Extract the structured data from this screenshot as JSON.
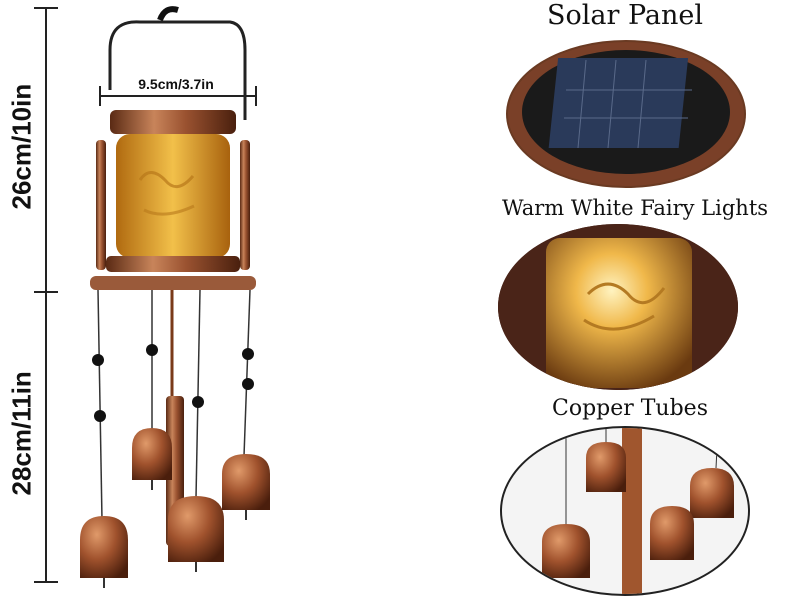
{
  "dimensions": {
    "width_label": "9.5cm/3.7in",
    "top_height_label": "26cm/10in",
    "bottom_height_label": "28cm/11in"
  },
  "features": [
    {
      "caption": "Solar Panel",
      "icon": "solar-panel-closeup"
    },
    {
      "caption": "Warm White Fairy Lights",
      "icon": "fairy-lights-closeup"
    },
    {
      "caption": "Copper Tubes",
      "icon": "copper-bells-closeup"
    }
  ],
  "colors": {
    "copper": "#8a4a2a",
    "copper_light": "#c8845a",
    "amber_glass": "#e0a02a",
    "bead": "#111111",
    "line": "#222222"
  }
}
